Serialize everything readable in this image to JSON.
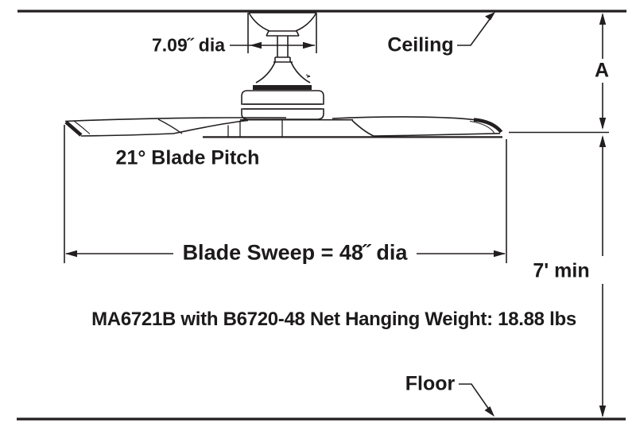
{
  "diagram": {
    "title_context": "Ceiling fan mounting dimension diagram",
    "labels": {
      "canopy_dia": "7.09˝ dia",
      "ceiling": "Ceiling",
      "dim_a": "A",
      "blade_pitch": "21° Blade Pitch",
      "blade_sweep": "Blade Sweep = 48˝ dia",
      "min_height": "7' min",
      "weight_note": "MA6721B with B6720-48 Net Hanging Weight: 18.88 lbs",
      "floor": "Floor"
    },
    "specs": {
      "canopy_diameter_in": 7.09,
      "blade_pitch_deg": 21,
      "blade_sweep_dia_in": 48,
      "min_floor_clearance": "7' min",
      "model": "MA6721B",
      "blade_set": "B6720-48",
      "net_hanging_weight_lbs": 18.88
    },
    "colors": {
      "line": "#231f20",
      "background": "#ffffff",
      "text": "#1c1a1b"
    }
  }
}
